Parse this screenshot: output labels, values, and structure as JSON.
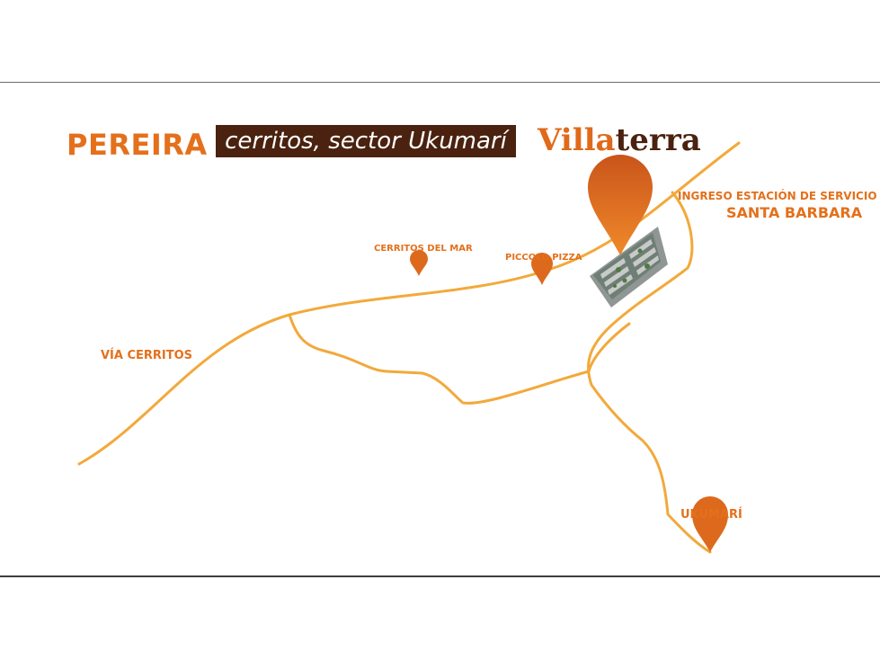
{
  "header": {
    "city": "PEREIRA",
    "sector": "cerritos, sector Ukumarí",
    "brand_part1": "Villa",
    "brand_part2": "terra"
  },
  "places": {
    "ingreso_line1": "INGRESO ESTACIÓN DE SERVICIO",
    "ingreso_line2": "SANTA BARBARA",
    "cerritos_del_mar": "CERRITOS DEL MAR",
    "piccolo_pizza": "PICCOLO PIZZA",
    "via_cerritos": "VÍA CERRITOS",
    "ukumari": "UKUMARÍ"
  },
  "colors": {
    "road": "#f2a93b",
    "accent": "#e4701c",
    "pin": "#dd6a1c",
    "brand_dark": "#4a220f"
  },
  "icons": [
    "project-pin-icon",
    "cerritos-del-mar-pin-icon",
    "piccolo-pizza-pin-icon",
    "ukumari-pin-icon",
    "project-site-plan"
  ]
}
